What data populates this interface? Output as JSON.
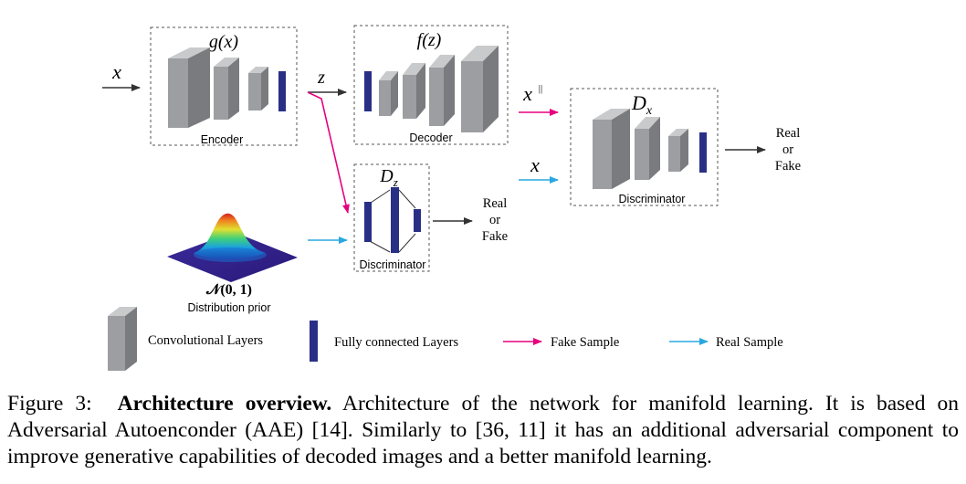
{
  "figure": {
    "x_input": "x",
    "encoder": {
      "func": "g(x)",
      "label": "Encoder"
    },
    "latent": "z",
    "decoder": {
      "func": "f(z)",
      "label": "Decoder"
    },
    "x_parallel": "x",
    "x_parallel_sup": "||",
    "x_real": "x",
    "disc_x": {
      "title": "D",
      "sub": "x",
      "label": "Discriminator",
      "output": [
        "Real",
        "or",
        "Fake"
      ]
    },
    "disc_z": {
      "title": "D",
      "sub": "z",
      "label": "Discriminator",
      "output": [
        "Real",
        "or",
        "Fake"
      ]
    },
    "prior": {
      "formula": "𝒩(0, 1)",
      "label": "Distribution prior"
    }
  },
  "legend": {
    "conv": "Convolutional Layers",
    "fc": "Fully connected Layers",
    "fake": "Fake Sample",
    "real": "Real Sample"
  },
  "colors": {
    "fake_arrow": "#e6007e",
    "real_arrow": "#29a8e0",
    "fc_layer": "#2a2f86",
    "conv_front": "#9d9ea2",
    "conv_side": "#7a7b7f",
    "conv_top": "#c9cacc"
  },
  "caption": {
    "label": "Figure 3:",
    "title": "Architecture overview.",
    "text": " Architecture of the network for manifold learning. It is based on Adversarial Autoenconder (AAE) [14]. Similarly to [36, 11] it has an additional adversarial component to improve generative capabilities of decoded images and a better manifold learning."
  }
}
